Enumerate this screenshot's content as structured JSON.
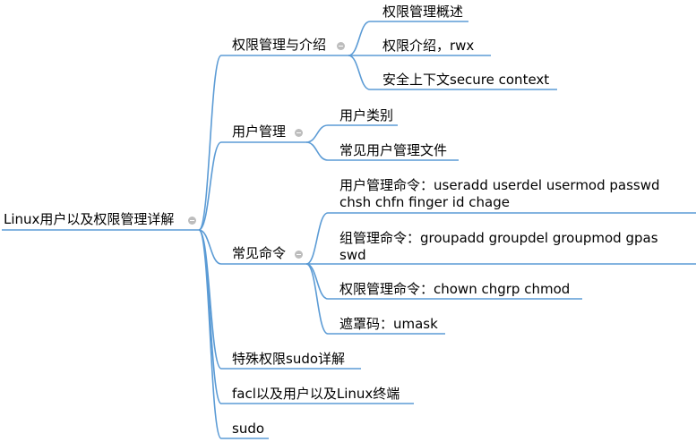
{
  "mindmap": {
    "root": "Linux用户以及权限管理详解",
    "branches": [
      {
        "label": "权限管理与介绍",
        "children": [
          "权限管理概述",
          "权限介绍，rwx",
          "安全上下文secure context"
        ]
      },
      {
        "label": "用户管理",
        "children": [
          "用户类别",
          "常见用户管理文件"
        ]
      },
      {
        "label": "常见命令",
        "children": [
          "用户管理命令：useradd userdel usermod passwd\nchsh chfn finger id chage",
          "组管理命令：groupadd groupdel groupmod gpas\nswd",
          "权限管理命令：chown chgrp chmod",
          "遮罩码：umask"
        ]
      },
      {
        "label": "特殊权限sudo详解",
        "children": []
      },
      {
        "label": "facl以及用户以及Linux终端",
        "children": []
      },
      {
        "label": "sudo",
        "children": []
      }
    ]
  },
  "colors": {
    "branch_line": "#5b9bd5",
    "toggle": "#bdbdbd",
    "text": "#000000"
  }
}
